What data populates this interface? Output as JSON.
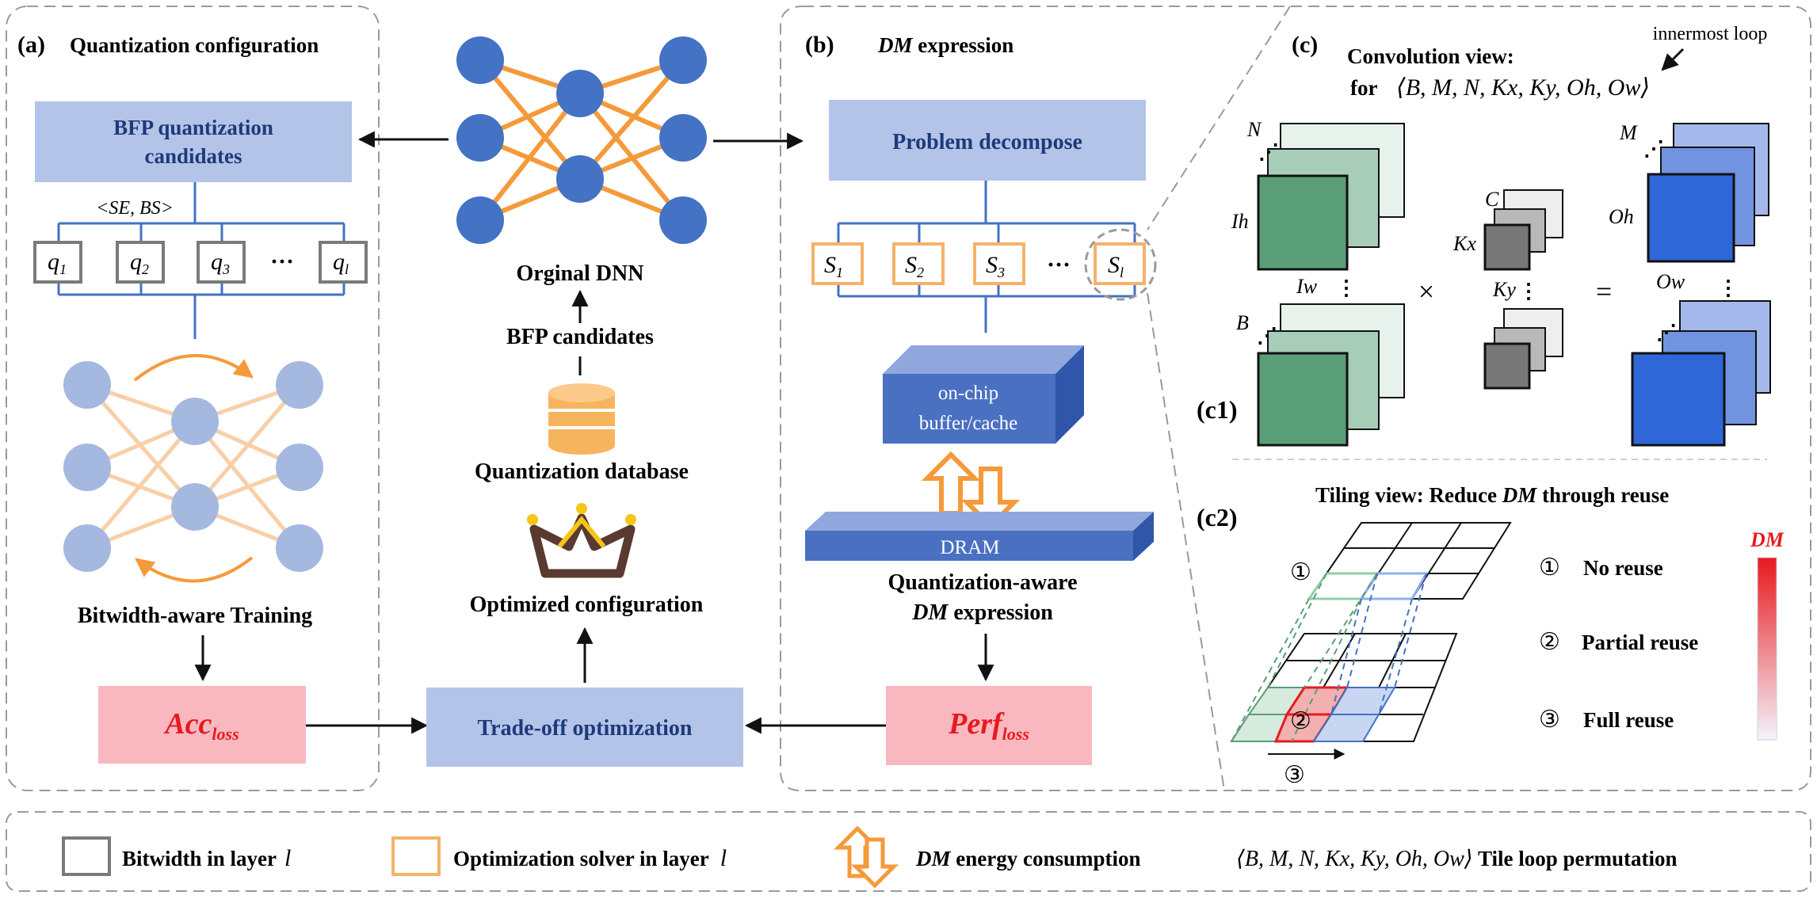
{
  "panel_a": {
    "tag": "(a)",
    "title": "Quantization configuration",
    "bfp_box_line1": "BFP quantization",
    "bfp_box_line2": "candidates",
    "se_bs": "<SE, BS>",
    "q_labels": [
      "q",
      "q",
      "q",
      "q"
    ],
    "q_subs": [
      "1",
      "2",
      "3",
      "l"
    ],
    "dots": "···",
    "training_label": "Bitwidth-aware Training",
    "acc_main": "Acc",
    "acc_sub": "loss"
  },
  "center": {
    "dnn_label": "Orginal DNN",
    "bfp_candidates": "BFP candidates",
    "database_label": "Quantization database",
    "optimized_label": "Optimized configuration",
    "tradeoff_label": "Trade-off optimization"
  },
  "panel_b": {
    "tag": "(b)",
    "title_dm": "DM",
    "title_rest": " expression",
    "decompose_label": "Problem decompose",
    "s_labels": [
      "S",
      "S",
      "S",
      "S"
    ],
    "s_subs": [
      "1",
      "2",
      "3",
      "l"
    ],
    "dots": "···",
    "buffer_line1": "on-chip",
    "buffer_line2": "buffer/cache",
    "dram_label": "DRAM",
    "qa_line1": "Quantization-aware",
    "qa_line2_dm": "DM",
    "qa_line2_rest": " expression",
    "perf_main": "Perf",
    "perf_sub": "loss"
  },
  "panel_c": {
    "tag": "(c)",
    "innermost": "innermost loop",
    "conv_view": "Convolution view:",
    "for_text": "for",
    "loop_tuple": "⟨B, M, N, Kx, Ky, Oh, Ow⟩",
    "c1": "(c1)",
    "c2": "(c2)",
    "input_N": "N",
    "input_Ih": "Ih",
    "input_Iw": "Iw",
    "input_B": "B",
    "kernel_C": "C",
    "kernel_Kx": "Kx",
    "kernel_Ky": "Ky",
    "output_M": "M",
    "output_Oh": "Oh",
    "output_Ow": "Ow",
    "times": "×",
    "equals": "=",
    "tiling_prefix": "Tiling view: Reduce ",
    "tiling_dm": "DM",
    "tiling_suffix": " through reuse",
    "legend_dm": "DM",
    "reuse": [
      {
        "mark": "①",
        "label": "No reuse"
      },
      {
        "mark": "②",
        "label": "Partial reuse"
      },
      {
        "mark": "③",
        "label": "Full reuse"
      }
    ],
    "tile_marks": [
      "①",
      "②",
      "③"
    ]
  },
  "legend": {
    "bitwidth": "Bitwidth in layer",
    "bitwidth_var": "l",
    "solver": "Optimization solver in layer",
    "solver_var": "l",
    "dm": "DM",
    "energy": " energy consumption",
    "tuple": "⟨B, M, N, Kx, Ky, Oh, Ow⟩",
    "tile_loop": " Tile loop permutation"
  },
  "colors": {
    "blue_box": "#b4c4e8",
    "blue_line": "#4472c4",
    "orange": "#f59a3a",
    "pink_box": "#f9b8c0",
    "red_text": "#e8191e",
    "green": "#5a9e78",
    "node_blue": "#4472c4",
    "node_light": "#a4b8e0"
  }
}
